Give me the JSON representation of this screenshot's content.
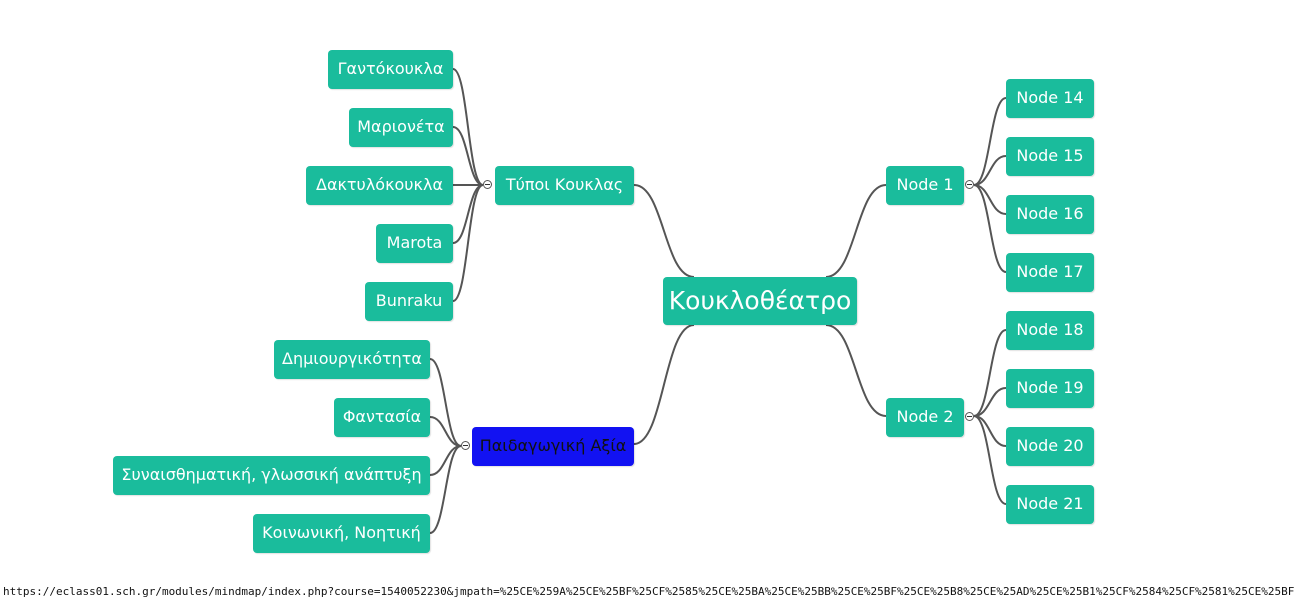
{
  "mindmap": {
    "root": "Κουκλοθέατρο",
    "branches": {
      "left_top": {
        "label": "Τύποι Κουκλας",
        "children": [
          "Γαντόκουκλα",
          "Μαριονέτα",
          "Δακτυλόκουκλα",
          "Marota",
          "Bunraku"
        ]
      },
      "left_bottom": {
        "label": "Παιδαγωγική Αξία",
        "children": [
          "Δημιουργικότητα",
          "Φαντασία",
          "Συναισθηματική, γλωσσική ανάπτυξη",
          "Κοινωνική, Νοητική"
        ]
      },
      "right_top": {
        "label": "Node 1",
        "children": [
          "Node 14",
          "Node 15",
          "Node 16",
          "Node 17"
        ]
      },
      "right_bottom": {
        "label": "Node 2",
        "children": [
          "Node 18",
          "Node 19",
          "Node 20",
          "Node 21"
        ]
      }
    },
    "selected": "Παιδαγωγική Αξία"
  },
  "status_bar": {
    "url": "https://eclass01.sch.gr/modules/mindmap/index.php?course=1540052230&jmpath=%25CE%259A%25CE%25BF%25CF%2585%25CE%25BA%25CE%25BB%25CE%25BF%25CE%25B8%25CE%25AD%25CE%25B1%25CF%2584%25CF%2581%25CE%25BF"
  },
  "colors": {
    "node": "#1abc9c",
    "selected": "#1212f2",
    "link": "#555555"
  }
}
